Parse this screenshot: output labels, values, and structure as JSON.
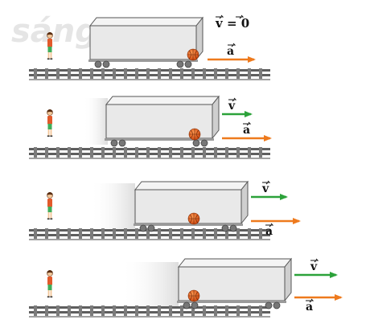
{
  "watermark": "sáng tạo",
  "labels": {
    "v_zero": "v = 0",
    "v": "v",
    "a": "a"
  },
  "colors": {
    "velocity_arrow": "#2ca23a",
    "acceleration_arrow": "#ee7a1d",
    "wagon_fill": "#e8e8e8",
    "wagon_stroke": "#555555",
    "rail": "#6a6a6a",
    "ball": "#e2621b"
  },
  "scenes": [
    {
      "id": 1,
      "velocity_label": "v = 0",
      "velocity_arrow": false,
      "icons": [
        "person-icon",
        "wagon-icon",
        "ball-icon",
        "rail-track-icon"
      ]
    },
    {
      "id": 2,
      "velocity_label": "v",
      "velocity_arrow": true,
      "icons": [
        "person-icon",
        "wagon-icon",
        "ball-icon",
        "rail-track-icon"
      ]
    },
    {
      "id": 3,
      "velocity_label": "v",
      "velocity_arrow": true,
      "icons": [
        "person-icon",
        "wagon-icon",
        "ball-icon",
        "rail-track-icon"
      ]
    },
    {
      "id": 4,
      "velocity_label": "v",
      "velocity_arrow": true,
      "icons": [
        "person-icon",
        "wagon-icon",
        "ball-icon",
        "rail-track-icon"
      ]
    }
  ]
}
